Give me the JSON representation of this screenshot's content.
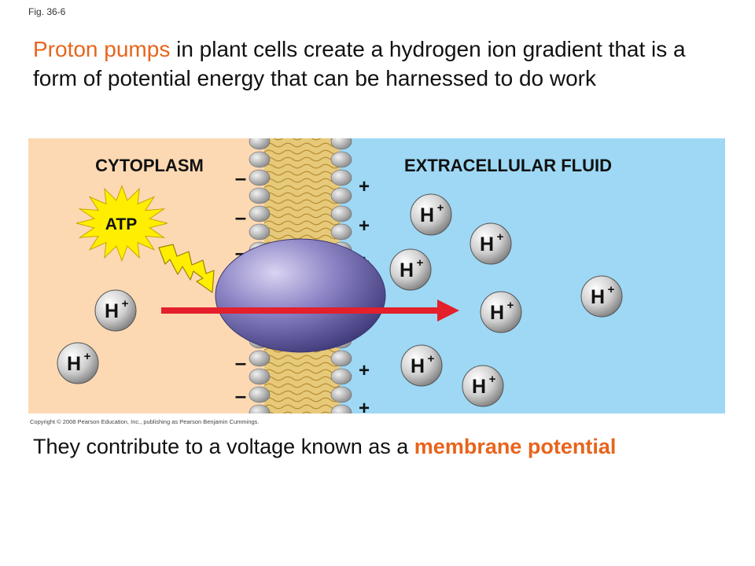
{
  "figure_label": "Fig. 36-6",
  "heading": {
    "highlight": "Proton pumps",
    "rest": " in plant cells create a hydrogen ion gradient that is a form of potential energy that can be harnessed to do work"
  },
  "diagram": {
    "cytoplasm_label": "CYTOPLASM",
    "extracellular_label": "EXTRACELLULAR FLUID",
    "atp_label": "ATP",
    "proton_label": "H",
    "proton_charge": "+",
    "minus_sign": "–",
    "plus_sign": "+",
    "colors": {
      "cytoplasm": "#fcd9b3",
      "extracellular": "#9ed8f5",
      "arrow": "#e3202b",
      "atp_burst": "#ffee00",
      "pump": "#7d73b4"
    },
    "copyright": "Copyright © 2008 Pearson Education, Inc., publishing as Pearson Benjamin Cummings."
  },
  "bottom": {
    "lead": "They contribute to a voltage known as a ",
    "highlight": "membrane potential"
  }
}
